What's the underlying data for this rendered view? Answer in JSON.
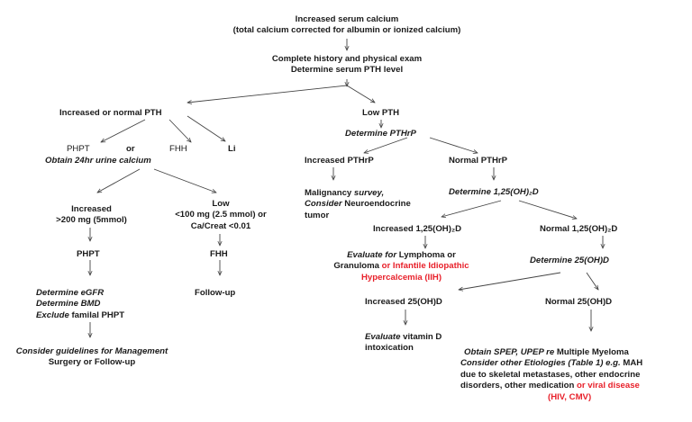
{
  "top": {
    "line1": "Increased serum calcium",
    "line2": "(total calcium corrected for albumin or ionized calcium)"
  },
  "history": {
    "line1": "Complete history and physical exam",
    "line2": "Determine serum PTH level"
  },
  "left": {
    "inc_normal_pth": "Increased or normal PTH",
    "phpt": "PHPT",
    "or": "or",
    "fhh": "FHH",
    "li": "Li",
    "urine": "Obtain 24hr urine calcium",
    "increased": {
      "line1": "Increased",
      "line2": ">200 mg (5mmol)"
    },
    "low": {
      "line1": "Low",
      "line2": "<100 mg (2.5 mmol) or",
      "line3": "Ca/Creat <0.01"
    },
    "phpt2": "PHPT",
    "fhh2": "FHH",
    "egfr": "Determine eGFR",
    "bmd": "Determine BMD",
    "exclude_a": "Exclude",
    "exclude_b": " familal PHPT",
    "followup": "Follow-up",
    "guidelines": "Consider guidelines for Management",
    "surgery": "Surgery or Follow-up"
  },
  "right": {
    "low_pth": "Low PTH",
    "pthrp": "Determine PTHrP",
    "inc_pthrp": "Increased PTHrP",
    "norm_pthrp": "Normal PTHrP",
    "malig_a": "Malignancy ",
    "malig_b": "survey,",
    "consider_a": "Consider",
    "consider_b": " Neuroendocrine",
    "tumor": "tumor",
    "det_125": "Determine 1,25(OH)₂D",
    "inc_125": "Increased 1,25(OH)₂D",
    "norm_125": "Normal 1,25(OH)₂D",
    "eval_a": "Evaluate for",
    "eval_b": " Lymphoma or",
    "gran_a": "Granuloma ",
    "gran_b": "or Infantile Idiopathic",
    "hyper": "Hypercalcemia (IIH)",
    "det_25": "Determine 25(OH)D",
    "inc_25": "Increased 25(OH)D",
    "norm_25": "Normal 25(OH)D",
    "evalvit_a": "Evaluate",
    "evalvit_b": " vitamin D",
    "intox": "intoxication",
    "spep_a": "Obtain SPEP, UPEP re",
    "spep_b": " Multiple Myeloma",
    "etio_a": "Consider other Etiologies (Table 1) e.g.",
    "etio_b": " MAH",
    "etio2": "due to skeletal metastases, other endocrine",
    "etio3_a": "disorders, other medication ",
    "etio3_b": "or viral disease",
    "hiv": "(HIV, CMV)"
  },
  "colors": {
    "text": "#1a1a1a",
    "highlight": "#e8202a",
    "arrow": "#444444"
  }
}
